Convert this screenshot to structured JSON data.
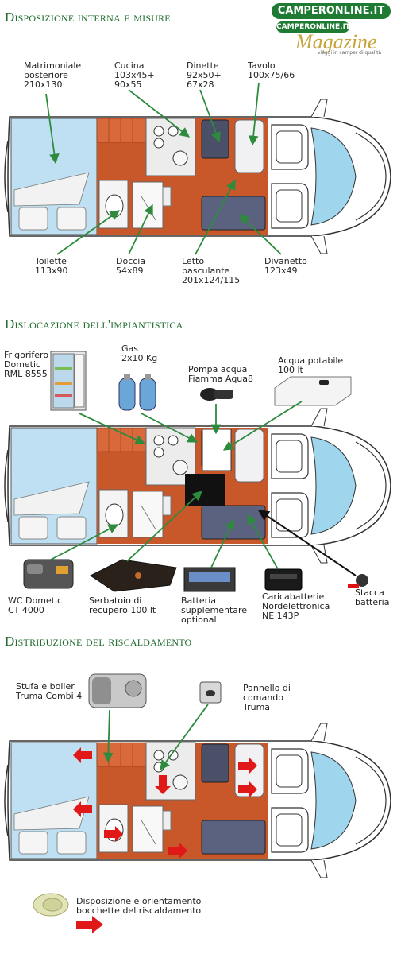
{
  "logo": {
    "main": "CAMPERONLINE.IT",
    "sub": "CAMPERONLINE.IT",
    "magazine": "Magazine",
    "tagline": "viaggi in camper di qualità"
  },
  "sections": [
    {
      "title": "Disposizione interna e misure",
      "labels": [
        {
          "text": "Matrimoniale\nposteriore\n210x130"
        },
        {
          "text": "Cucina\n103x45+\n90x55"
        },
        {
          "text": "Dinette\n92x50+\n67x28"
        },
        {
          "text": "Tavolo\n100x75/66"
        },
        {
          "text": "Toilette\n113x90"
        },
        {
          "text": "Doccia\n54x89"
        },
        {
          "text": "Letto\nbasculante\n201x124/115"
        },
        {
          "text": "Divanetto\n123x49"
        }
      ]
    },
    {
      "title": "Dislocazione dell'impiantistica",
      "labels": [
        {
          "text": "Frigorifero\nDometic\nRML 8555"
        },
        {
          "text": "Gas\n2x10 Kg"
        },
        {
          "text": "Pompa acqua\nFiamma Aqua8"
        },
        {
          "text": "Acqua potabile\n100 lt"
        },
        {
          "text": "WC Dometic\nCT 4000"
        },
        {
          "text": "Serbatoio di\nrecupero 100 lt"
        },
        {
          "text": "Batteria\nsupplementare\noptional"
        },
        {
          "text": "Caricabatterie\nNordelettronica\nNE 143P"
        },
        {
          "text": "Stacca\nbatteria"
        }
      ]
    },
    {
      "title": "Distribuzione del riscaldamento",
      "labels": [
        {
          "text": "Stufa e boiler\nTruma Combi 4"
        },
        {
          "text": "Pannello di\ncomando\nTruma"
        }
      ]
    }
  ],
  "legend": {
    "text": "Disposizione e orientamento\nbocchette del riscaldamento"
  },
  "colors": {
    "title_green": "#1e6b2d",
    "arrow_green": "#2e8b3e",
    "floor_orange": "#c8572a",
    "heating_red": "#e01818",
    "windshield_blue": "#9fd6ee"
  }
}
